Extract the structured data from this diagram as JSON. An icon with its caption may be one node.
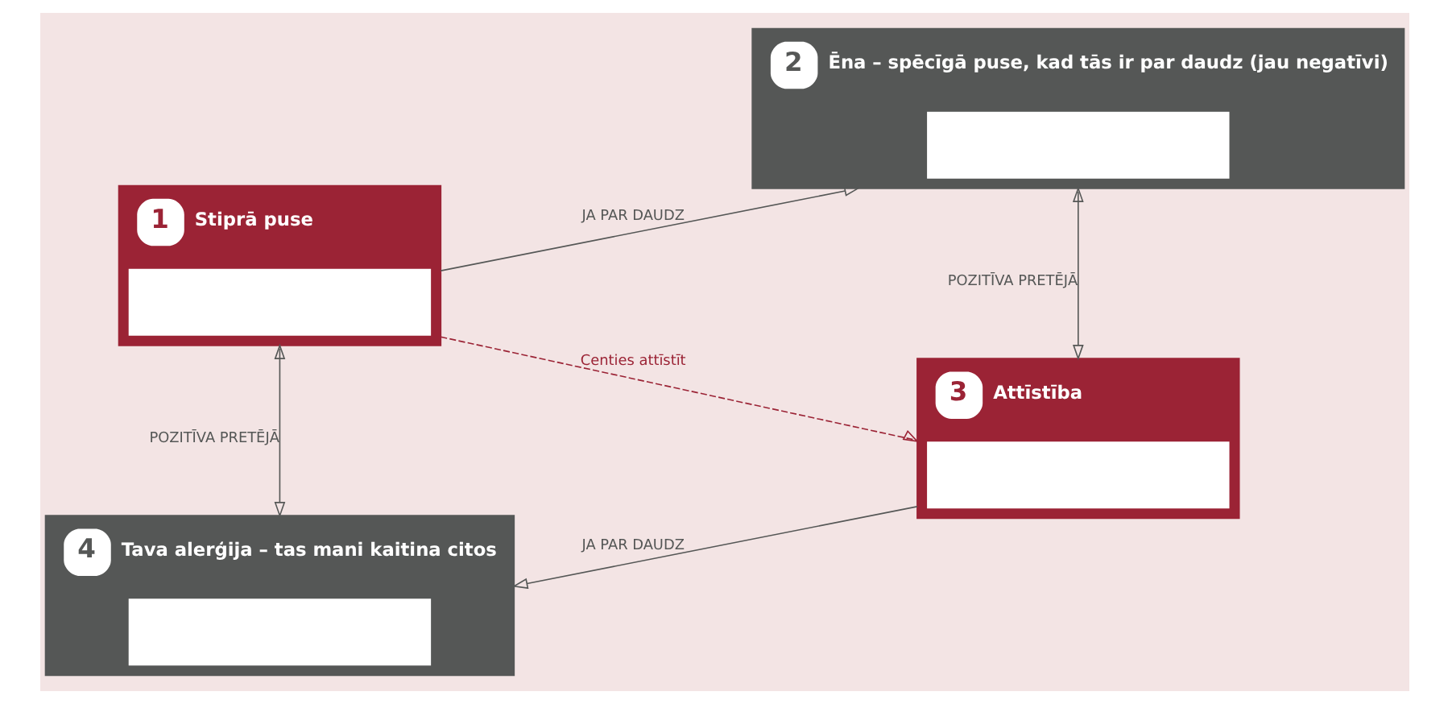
{
  "diagram": {
    "nodes": [
      {
        "text": [
          "Stiprā puse"
        ],
        "beside": [
          "1"
        ]
      },
      {
        "text": [],
        "shape": "box",
        "in": 0
      },
      {
        "text": [
          "Ēna – spēcīgā puse, kad tās ir par daudz (jau negatīvi)"
        ],
        "beside": [
          "2"
        ]
      },
      {
        "text": [],
        "shape": "box",
        "in": 2
      },
      {
        "text": [
          "Tava alerģija – tas mani kaitina citos"
        ],
        "beside": [
          "4"
        ]
      },
      {
        "text": [],
        "shape": "box",
        "in": 4
      },
      {
        "text": [
          "Attīstība"
        ],
        "beside": [
          "3"
        ]
      },
      {
        "text": [],
        "shape": "box",
        "in": 6
      }
    ],
    "edges": [
      {
        "from": 0,
        "to": 2,
        "arrow": "to",
        "label": "JA PAR DAUDZ"
      },
      {
        "from": 0,
        "to": 6,
        "arrow": "to",
        "label": "Centies attīstīt",
        "style": "dashed",
        "color": "#9b2335"
      },
      {
        "from": 0,
        "to": 4,
        "arrow": "both",
        "label": "POZITĪVA PRETĒJĀ"
      },
      {
        "from": 2,
        "to": 6,
        "arrow": "both",
        "label": "POZITĪVA PRETĒJĀ"
      },
      {
        "from": 6,
        "to": 4,
        "arrow": "to",
        "label": "JA PAR DAUDZ"
      }
    ]
  }
}
